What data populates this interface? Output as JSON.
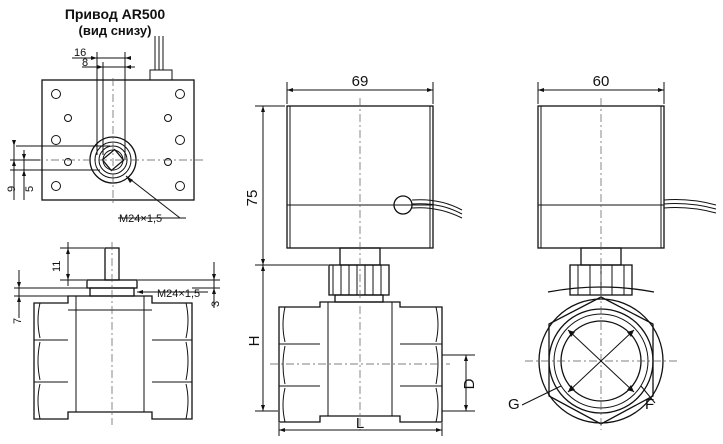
{
  "title": {
    "line1": "Привод AR500",
    "line2": "(вид снизу)"
  },
  "bottom_view": {
    "dim_16": "16",
    "dim_8": "8",
    "dim_9": "9",
    "dim_5": "5",
    "thread": "M24×1,5"
  },
  "stem_view": {
    "dim_11": "11",
    "dim_7": "7",
    "dim_3": "3",
    "thread": "M24×1,5"
  },
  "front_view": {
    "dim_69": "69",
    "dim_75": "75",
    "dim_h": "H",
    "dim_d": "D",
    "dim_l": "L"
  },
  "side_view": {
    "dim_60": "60",
    "dim_g": "G",
    "dim_f": "F"
  }
}
